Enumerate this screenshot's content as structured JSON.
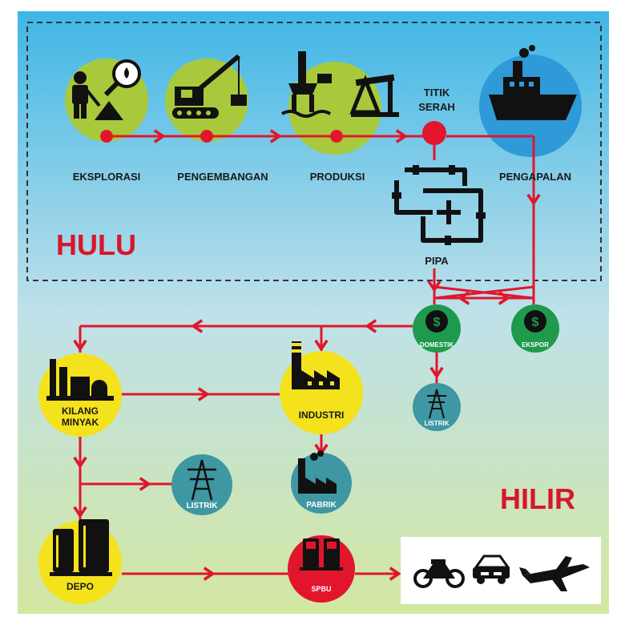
{
  "regions": {
    "hulu": "HULU",
    "hilir": "HILIR"
  },
  "upstream": {
    "eksplorasi": "EKSPLORASI",
    "pengembangan": "PENGEMBANGAN",
    "produksi": "PRODUKSI",
    "titik_serah_1": "TITIK",
    "titik_serah_2": "SERAH",
    "pengapalan": "PENGAPALAN",
    "pipa": "PIPA"
  },
  "downstream": {
    "domestik": "DOMESTIK",
    "ekspor": "EKSPOR",
    "listrik_small": "LISTRIK",
    "kilang_1": "KILANG",
    "kilang_2": "MINYAK",
    "industri": "INDUSTRI",
    "listrik": "LISTRIK",
    "pabrik": "PABRIK",
    "depo": "DEPO",
    "spbu": "SPBU"
  },
  "colors": {
    "flow": "#e1162c",
    "lime": "#a8c93c",
    "blue": "#2e9ad8",
    "green": "#1f9a4d",
    "teal": "#3e97a2",
    "yellow": "#f4e21d",
    "red": "#e1162c"
  }
}
